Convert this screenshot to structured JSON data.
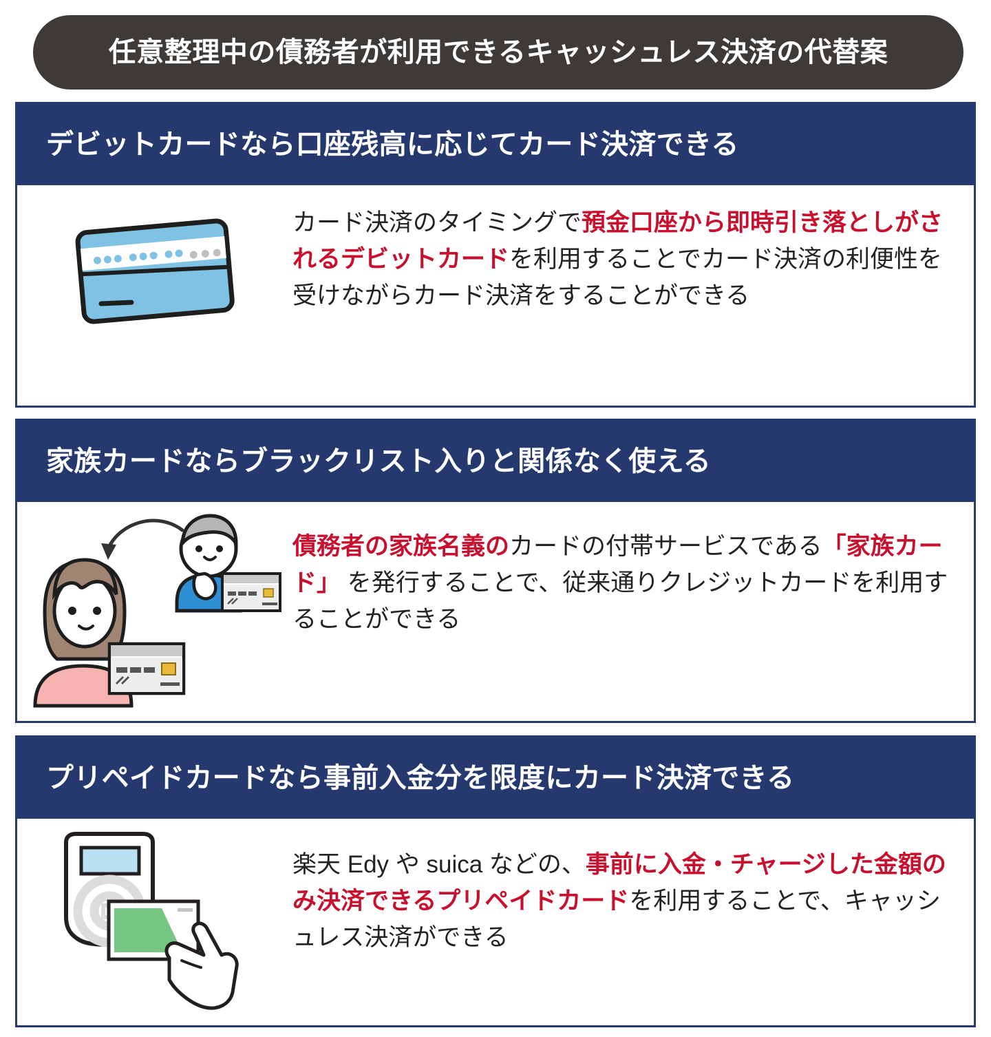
{
  "title": {
    "text": "任意整理中の債務者が利用できるキャッシュレス決済の代替案",
    "background_color": "#3E3A38",
    "text_color": "#FFFFFF"
  },
  "theme": {
    "header_navy": "#26396E",
    "highlight_red": "#C8102E",
    "body_text": "#232323",
    "page_background": "#FFFFFF"
  },
  "sections": [
    {
      "id": "debit-card",
      "header": "デビットカードなら口座残高に応じてカード決済できる",
      "icon": "debit-card-icon",
      "body_runs": [
        {
          "text": "カード決済のタイミングで",
          "style": "normal"
        },
        {
          "text": "預金口座から即時引き落としがされるデビットカード",
          "style": "highlight"
        },
        {
          "text": "を利用することでカード決済の利便性を受けながらカード決済をすることができる",
          "style": "normal"
        }
      ]
    },
    {
      "id": "family-card",
      "header": "家族カードならブラックリスト入りと関係なく使える",
      "icon": "family-two-people-with-cards-icon",
      "body_runs": [
        {
          "text": "債務者の家族名義の",
          "style": "highlight"
        },
        {
          "text": "カードの付帯サービスである",
          "style": "normal"
        },
        {
          "text": "「家族カード」",
          "style": "highlight"
        },
        {
          "text": " を発行することで、従来通りクレジットカードを利用することができる",
          "style": "normal"
        }
      ]
    },
    {
      "id": "prepaid-card",
      "header": "プリペイドカードなら事前入金分を限度にカード決済できる",
      "icon": "contactless-terminal-with-hand-icon",
      "body_runs": [
        {
          "text": "楽天 Edy や suica などの、",
          "style": "normal"
        },
        {
          "text": "事前に入金・チャージした金額のみ決済できるプリペイドカード",
          "style": "highlight"
        },
        {
          "text": "を利用することで、キャッシュレス決済ができる",
          "style": "normal"
        }
      ]
    }
  ]
}
